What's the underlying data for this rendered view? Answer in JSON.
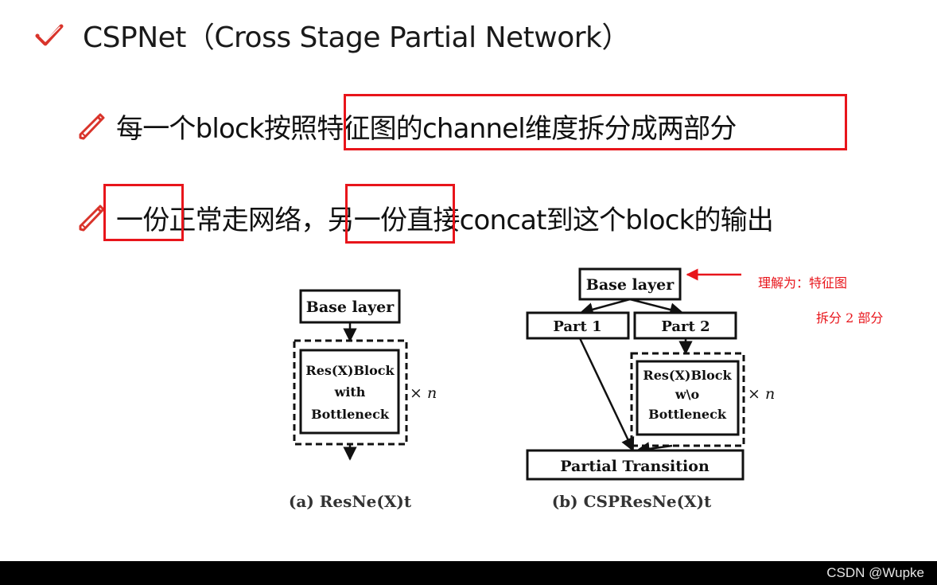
{
  "title": "CSPNet（Cross Stage Partial Network）",
  "bullets": [
    "每一个block按照特征图的channel维度拆分成两部分",
    "一份正常走网络，另一份直接concat到这个block的输出"
  ],
  "diagram_a": {
    "base": "Base layer",
    "block_line1": "Res(X)Block",
    "block_line2": "with",
    "block_line3": "Bottleneck",
    "repeat": "× n",
    "caption": "(a) ResNe(X)t"
  },
  "diagram_b": {
    "base": "Base layer",
    "part1": "Part 1",
    "part2": "Part 2",
    "block_line1": "Res(X)Block",
    "block_line2": "w\\o",
    "block_line3": "Bottleneck",
    "repeat": "× n",
    "transition": "Partial Transition",
    "caption": "(b) CSPResNe(X)t"
  },
  "annotation": {
    "line1": "理解为：特征图",
    "line2": "拆分 2 部分"
  },
  "footer": "CSDN @Wupke",
  "colors": {
    "highlight": "#e8151b",
    "icon": "#d9342b",
    "ink": "#111111"
  }
}
